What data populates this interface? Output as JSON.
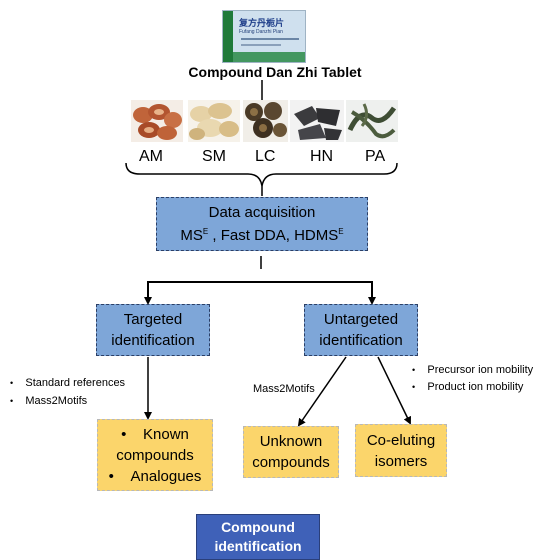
{
  "title": "Compound Dan Zhi Tablet",
  "package": {
    "title": "复方丹栀片",
    "subtitle": "Fufang Danzhi Pian"
  },
  "herbs": [
    "AM",
    "SM",
    "LC",
    "HN",
    "PA"
  ],
  "data_acquisition": {
    "line1": "Data acquisition",
    "line2_a": "MS",
    "sup_a": "E",
    "line2_b": " , Fast DDA, HDMS",
    "sup_b": "E"
  },
  "targeted": {
    "line1": "Targeted",
    "line2": "identification"
  },
  "untargeted": {
    "line1": "Untargeted",
    "line2": "identification"
  },
  "left_notes": [
    "Standard references",
    "Mass2Motifs"
  ],
  "mid_note": "Mass2Motifs",
  "right_notes": [
    "Precursor ion mobility",
    "Product ion mobility"
  ],
  "known": {
    "line1": "Known",
    "line2": "compounds",
    "line3": "Analogues"
  },
  "unknown": {
    "line1": "Unknown",
    "line2": "compounds"
  },
  "coeluting": {
    "line1": "Co-eluting",
    "line2": "isomers"
  },
  "final": {
    "line1": "Compound",
    "line2": "identification"
  }
}
